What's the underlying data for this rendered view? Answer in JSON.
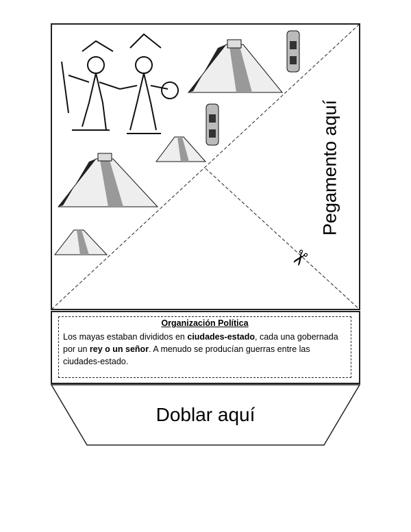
{
  "glue_label": "Pegamento aquí",
  "fold_label": "Doblar  aquí",
  "info": {
    "title": "Organización Política",
    "text_parts": [
      "Los mayas estaban divididos en ",
      "ciudades-estado",
      ", cada una gobernada por un ",
      "rey o un señor",
      ". A menudo se producían guerras entre las ciudades-estado."
    ]
  },
  "icons": {
    "scissors": "✂"
  }
}
